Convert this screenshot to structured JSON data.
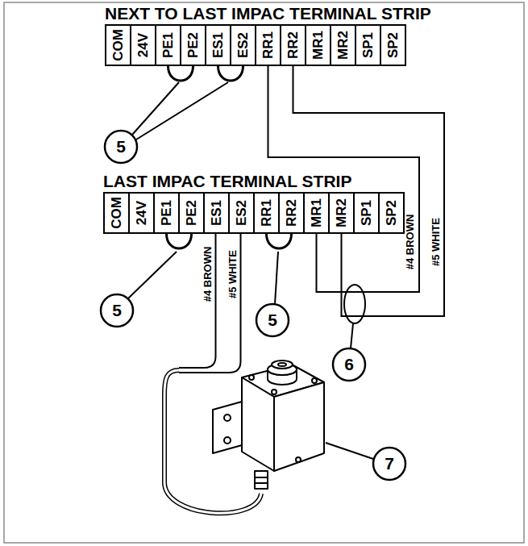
{
  "diagram": {
    "nodes": [
      {
        "text": [
          "NEXT TO LAST IMPAC TERMINAL STRIP"
        ]
      },
      {
        "text": [
          "COM"
        ],
        "in": 0
      },
      {
        "text": [
          "24V"
        ],
        "in": 0
      },
      {
        "text": [
          "PE1"
        ],
        "in": 0
      },
      {
        "text": [
          "PE2"
        ],
        "in": 0
      },
      {
        "text": [
          "ES1"
        ],
        "in": 0
      },
      {
        "text": [
          "ES2"
        ],
        "in": 0
      },
      {
        "text": [
          "RR1"
        ],
        "in": 0
      },
      {
        "text": [
          "RR2"
        ],
        "in": 0
      },
      {
        "text": [
          "MR1"
        ],
        "in": 0
      },
      {
        "text": [
          "MR2"
        ],
        "in": 0
      },
      {
        "text": [
          "SP1"
        ],
        "in": 0
      },
      {
        "text": [
          "SP2"
        ],
        "in": 0
      },
      {
        "text": [
          "LAST IMPAC TERMINAL STRIP"
        ]
      },
      {
        "text": [
          "COM"
        ],
        "in": 13
      },
      {
        "text": [
          "24V"
        ],
        "in": 13
      },
      {
        "text": [
          "PE1"
        ],
        "in": 13
      },
      {
        "text": [
          "PE2"
        ],
        "in": 13
      },
      {
        "text": [
          "ES1"
        ],
        "in": 13
      },
      {
        "text": [
          "ES2"
        ],
        "in": 13
      },
      {
        "text": [
          "RR1"
        ],
        "in": 13
      },
      {
        "text": [
          "RR2"
        ],
        "in": 13
      },
      {
        "text": [
          "MR1"
        ],
        "in": 13
      },
      {
        "text": [
          "MR2"
        ],
        "in": 13
      },
      {
        "text": [
          "SP1"
        ],
        "in": 13
      },
      {
        "text": [
          "SP2"
        ],
        "in": 13
      }
    ],
    "edges": [
      {
        "from": 3,
        "to": 4,
        "arrow": "none"
      },
      {
        "from": 5,
        "to": 6,
        "arrow": "none"
      },
      {
        "from": 7,
        "to": 22,
        "label": "#4 BROWN",
        "arrow": "none"
      },
      {
        "from": 8,
        "to": 23,
        "label": "#5 WHITE",
        "arrow": "none"
      },
      {
        "from": 16,
        "to": 17,
        "arrow": "none"
      },
      {
        "from": 20,
        "to": 21,
        "arrow": "none"
      }
    ],
    "labels": [
      "5",
      "#4 BROWN",
      "#5 WHITE",
      "5",
      "5",
      "6",
      "7"
    ]
  }
}
